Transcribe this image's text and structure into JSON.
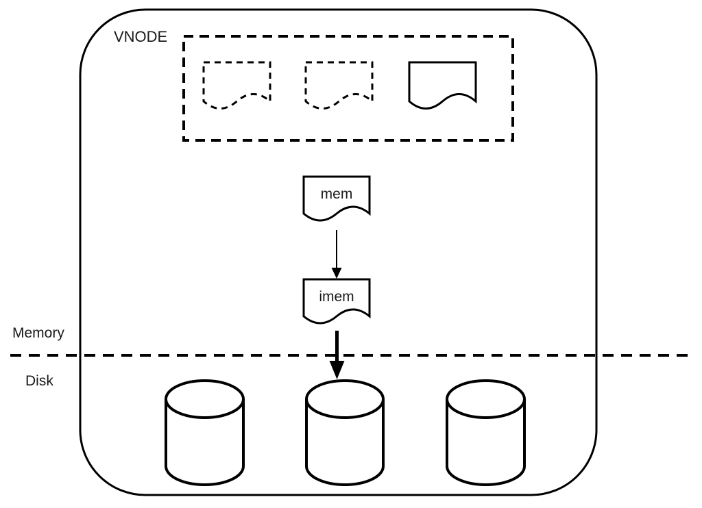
{
  "diagram": {
    "background_color": "#ffffff",
    "line_color": "#000000",
    "text_color": "#1a1a1a",
    "vnode": {
      "label": "VNODE",
      "buffer_cache_box": {
        "style": "dashed",
        "slots": [
          {
            "icon": "document-icon",
            "style": "dashed",
            "state": "empty"
          },
          {
            "icon": "document-icon",
            "style": "dashed",
            "state": "empty"
          },
          {
            "icon": "document-icon",
            "style": "solid",
            "state": "present"
          }
        ]
      },
      "documents": [
        {
          "icon": "document-icon",
          "label": "mem"
        },
        {
          "icon": "document-icon",
          "label": "imem"
        }
      ],
      "arrows": [
        {
          "from": "mem",
          "to": "imem",
          "style": "thin"
        },
        {
          "from": "imem",
          "to": "disk-2",
          "style": "bold"
        }
      ],
      "disks": [
        {
          "icon": "cylinder-icon"
        },
        {
          "icon": "cylinder-icon"
        },
        {
          "icon": "cylinder-icon"
        }
      ]
    },
    "boundary": {
      "style": "dashed",
      "above_label": "Memory",
      "below_label": "Disk"
    }
  }
}
